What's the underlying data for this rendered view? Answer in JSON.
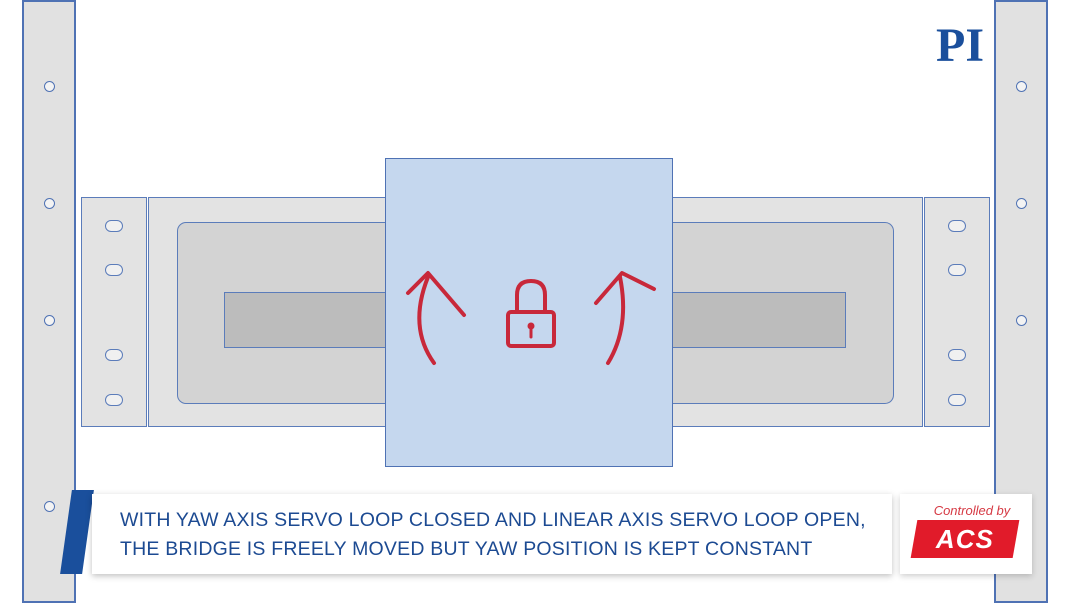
{
  "logo": {
    "text": "PI"
  },
  "caption": {
    "line1": "WITH YAW AXIS SERVO LOOP CLOSED AND LINEAR AXIS SERVO LOOP OPEN,",
    "line2": "THE BRIDGE IS FREELY MOVED BUT YAW POSITION IS KEPT CONSTANT"
  },
  "sponsor": {
    "caption": "Controlled by",
    "logo_text": "ACS"
  },
  "icons": {
    "lock": "lock-icon",
    "arrow": "curved-arrow-icon"
  },
  "colors": {
    "rail_fill": "#e1e1e1",
    "outline_blue": "#4f72b4",
    "bridge_fill": "#c5d7ee",
    "arrow_red": "#c8283a",
    "caption_blue": "#1c4a92",
    "acs_red": "#e11b2a"
  }
}
